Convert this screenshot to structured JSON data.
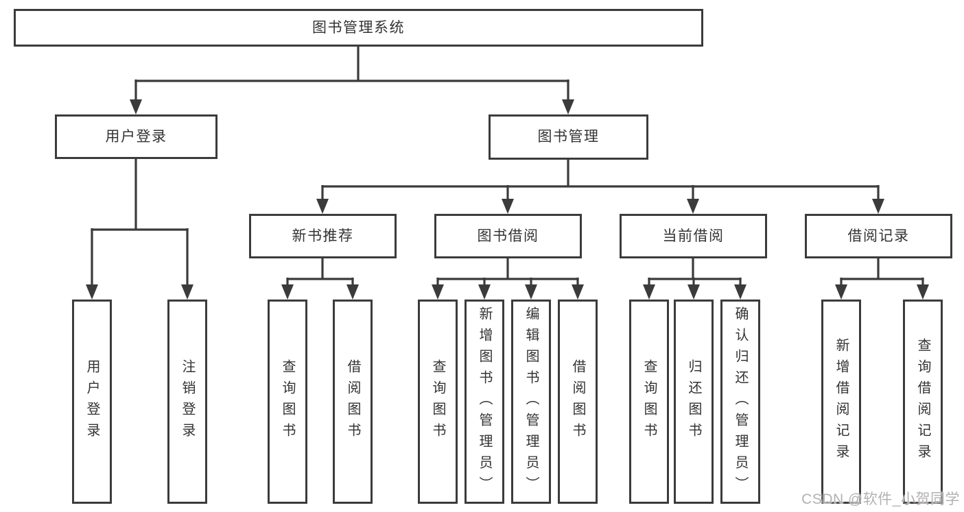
{
  "diagram": {
    "root": {
      "label": "图书管理系统"
    },
    "level1": [
      {
        "label": "用户登录"
      },
      {
        "label": "图书管理"
      }
    ],
    "level2": [
      {
        "label": "新书推荐"
      },
      {
        "label": "图书借阅"
      },
      {
        "label": "当前借阅"
      },
      {
        "label": "借阅记录"
      }
    ],
    "level3": [
      {
        "label": "用户登录"
      },
      {
        "label": "注销登录"
      },
      {
        "label": "查询图书"
      },
      {
        "label": "借阅图书"
      },
      {
        "label": "查询图书"
      },
      {
        "label": "新增图书（管理员）"
      },
      {
        "label": "编辑图书（管理员）"
      },
      {
        "label": "借阅图书"
      },
      {
        "label": "查询图书"
      },
      {
        "label": "归还图书"
      },
      {
        "label": "确认归还（管理员）"
      },
      {
        "label": "新增借阅记录"
      },
      {
        "label": "查询借阅记录"
      }
    ]
  },
  "watermark": {
    "text": "CSDN @软件_小贺同学"
  },
  "colors": {
    "line": "#3b3b3b",
    "text": "#333333",
    "wm": "#b5b0b0",
    "bg": "#ffffff"
  }
}
